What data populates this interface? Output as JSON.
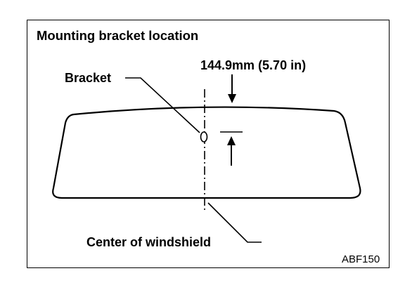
{
  "figure": {
    "title": "Mounting bracket location",
    "labels": {
      "bracket": "Bracket",
      "dimension": "144.9mm (5.70 in)",
      "center": "Center of windshield"
    },
    "figure_code": "ABF150"
  },
  "colors": {
    "ink": "#000000",
    "background": "#ffffff"
  }
}
